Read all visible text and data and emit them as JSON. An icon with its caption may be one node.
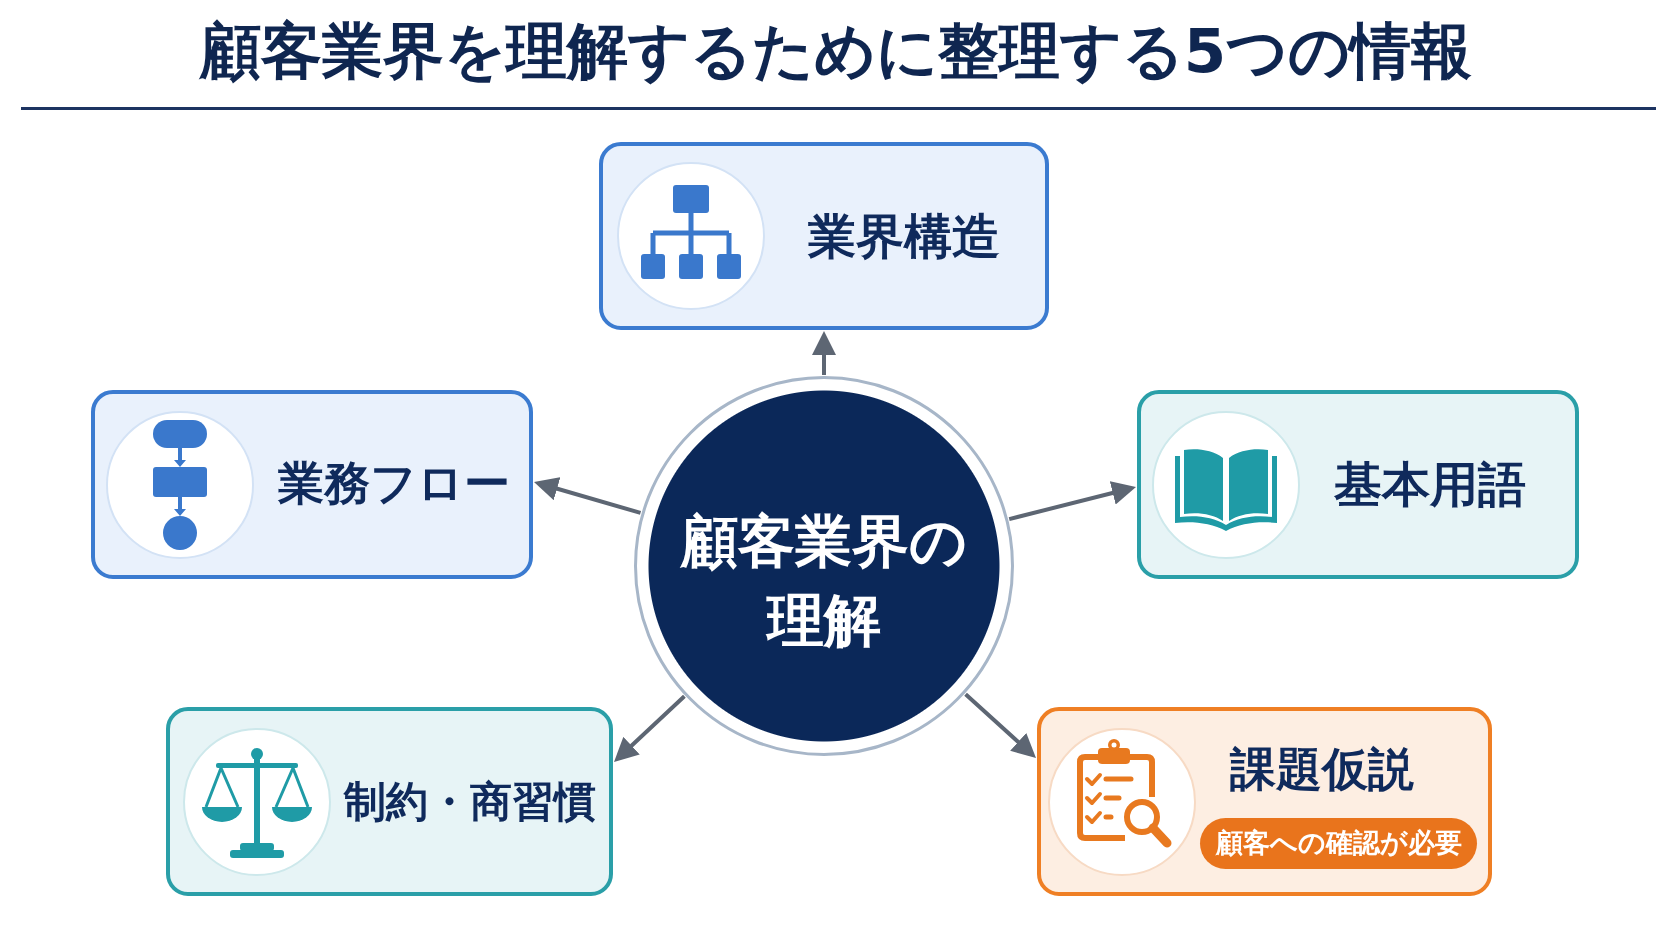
{
  "diagram": {
    "title": "顧客業界を理解するために整理する5つの情報",
    "nodes": [
      {
        "text": [
          "業界構造"
        ]
      },
      {
        "text": [
          "業務フロー"
        ]
      },
      {
        "text": [
          "顧客業界の理解"
        ]
      },
      {
        "text": [
          "基本用語"
        ]
      },
      {
        "text": [
          "制約・商習慣"
        ]
      },
      {
        "text": [
          "課題仮説"
        ]
      },
      {
        "text": [
          "顧客への確認が必要"
        ],
        "in": 5
      }
    ],
    "edges": [
      {
        "from": 2,
        "to": 0,
        "arrow": "to"
      },
      {
        "from": 2,
        "to": 1,
        "arrow": "to"
      },
      {
        "from": 2,
        "to": 3,
        "arrow": "to"
      },
      {
        "from": 2,
        "to": 4,
        "arrow": "to"
      },
      {
        "from": 2,
        "to": 5,
        "arrow": "to"
      }
    ]
  }
}
